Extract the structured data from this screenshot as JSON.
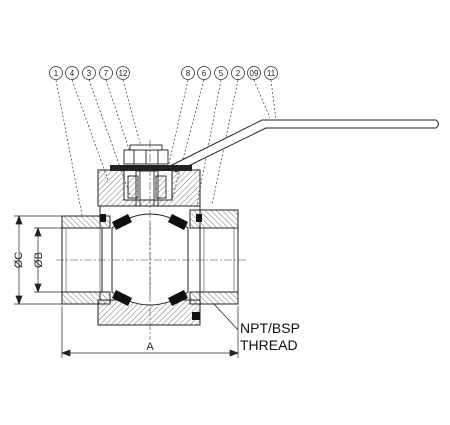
{
  "callouts": [
    "1",
    "4",
    "3",
    "7",
    "12",
    "8",
    "6",
    "5",
    "2",
    "09",
    "11"
  ],
  "dimensions": {
    "overall_length": "A",
    "bore_diameter": "ØB",
    "outer_diameter": "ØC"
  },
  "notes": {
    "thread_line1": "NPT/BSP",
    "thread_line2": "THREAD"
  }
}
